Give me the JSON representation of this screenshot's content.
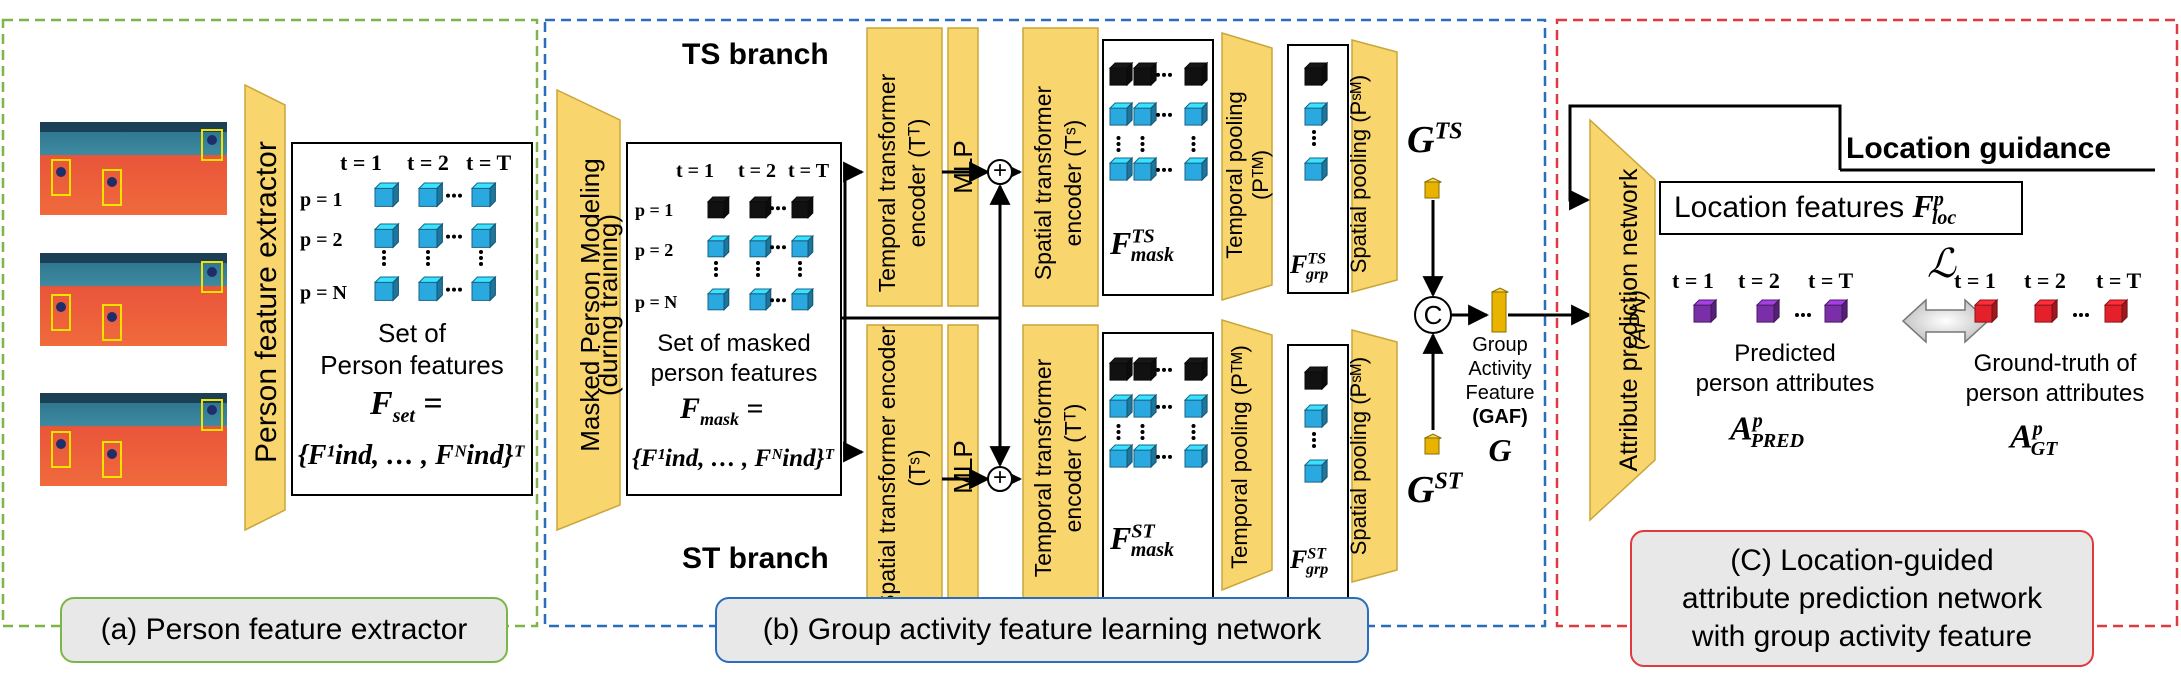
{
  "panels": {
    "a_caption": "(a) Person feature extractor",
    "b_caption": "(b) Group activity feature learning network",
    "c_caption_lines": [
      "(C) Location-guided",
      "attribute prediction network",
      "with group activity feature"
    ]
  },
  "panel_a": {
    "extractor_label": "Person feature extractor",
    "grid_header": [
      "t = 1",
      "t = 2",
      "t = T"
    ],
    "grid_rows": [
      "p = 1",
      "p = 2",
      "p = N"
    ],
    "set_caption_1": "Set of",
    "set_caption_2": "Person features",
    "set_formula_lhs": "F",
    "set_formula_lhs_sub": "set",
    "set_formula_rhs": "{F¹ind, … , Fᴺind}ᵀ",
    "eq": "="
  },
  "panel_b": {
    "ts_branch": "TS branch",
    "st_branch": "ST branch",
    "mpm_label": "Masked Person Modeling",
    "mpm_sub": "(during training)",
    "grid_header": [
      "t = 1",
      "t = 2",
      "t = T"
    ],
    "grid_rows": [
      "p = 1",
      "p = 2",
      "p = N"
    ],
    "masked_caption_1": "Set of masked",
    "masked_caption_2": "person features",
    "masked_formula_lhs": "F",
    "masked_formula_lhs_sub": "mask",
    "masked_formula_rhs": "{F¹ind, … , Fᴺind}ᵀ",
    "eq": "=",
    "ts_temporal_encoder": "Temporal transformer encoder (Tᵀ)",
    "ts_mlp": "MLP",
    "ts_spatial_encoder": "Spatial transformer encoder (Tˢ)",
    "ts_fmask": "F",
    "ts_fmask_sup": "TS",
    "ts_fmask_sub": "mask",
    "ts_temporal_pool": "Temporal pooling (Pᵀᴹ)",
    "ts_fgrp": "F",
    "ts_fgrp_sup": "TS",
    "ts_fgrp_sub": "grp",
    "ts_spatial_pool": "Spatial pooling (Pˢᴹ)",
    "st_spatial_encoder": "Spatial transformer encoder (Tˢ)",
    "st_mlp": "MLP",
    "st_temporal_encoder": "Temporal transformer encoder (Tᵀ)",
    "st_fmask": "F",
    "st_fmask_sup": "ST",
    "st_fmask_sub": "mask",
    "st_temporal_pool": "Temporal pooling (Pᵀᴹ)",
    "st_fgrp": "F",
    "st_fgrp_sup": "ST",
    "st_fgrp_sub": "grp",
    "st_spatial_pool": "Spatial pooling (Pˢᴹ)",
    "g_ts": "G",
    "g_ts_sup": "TS",
    "g_st": "G",
    "g_st_sup": "ST",
    "concat": "C",
    "plus": "+",
    "gaf_lines": [
      "Group",
      "Activity",
      "Feature",
      "(GAF)"
    ],
    "gaf_symbol": "G"
  },
  "panel_c": {
    "apn_label": "Attribute prediction network",
    "apn_sub": "(APN)",
    "location_guidance": "Location guidance",
    "location_features": "Location features",
    "loc_symbol": "F",
    "loc_sup": "p",
    "loc_sub": "loc",
    "pred_header": [
      "t = 1",
      "t = 2",
      "t = T"
    ],
    "gt_header": [
      "t = 1",
      "t = 2",
      "t = T"
    ],
    "loss_symbol": "ℒ",
    "pred_caption_1": "Predicted",
    "pred_caption_2": "person attributes",
    "pred_symbol": "A",
    "pred_sup": "p",
    "pred_sub": "PRED",
    "gt_caption_1": "Ground-truth of",
    "gt_caption_2": "person attributes",
    "gt_symbol": "A",
    "gt_sup": "p",
    "gt_sub": "GT"
  },
  "colors": {
    "panel_a_border": "#7ab648",
    "panel_b_border": "#2a6ebb",
    "panel_c_border": "#e0393e",
    "trapezoid_fill": "#f9d56e",
    "trapezoid_stroke": "#c9a63a",
    "cube_blue": "#2aa8e0",
    "cube_black": "#111111",
    "cube_purple": "#7a2fa8",
    "cube_red": "#e4212b",
    "cube_gold": "#e8b400"
  }
}
